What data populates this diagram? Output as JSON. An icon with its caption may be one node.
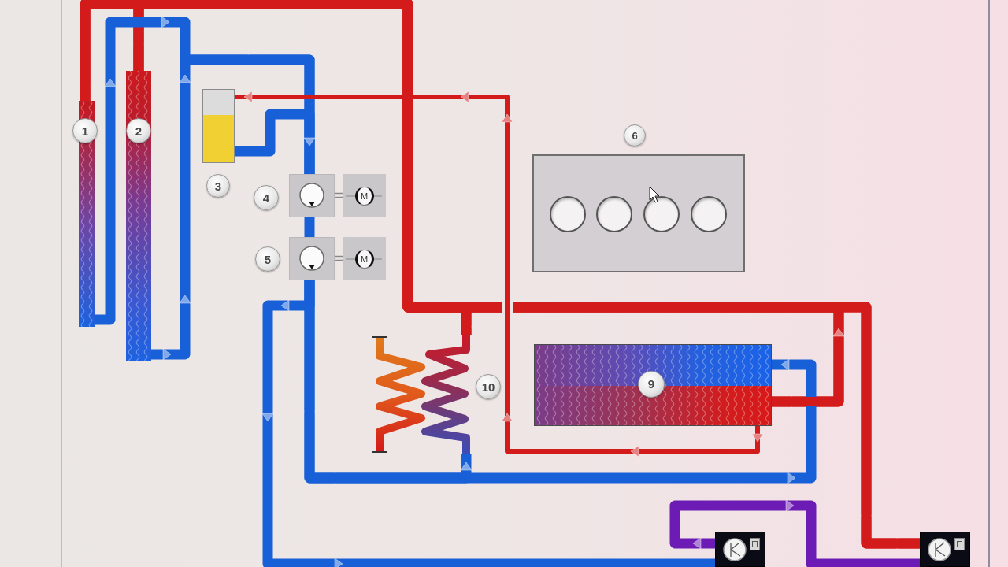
{
  "diagram": {
    "nodes": [
      {
        "text": [
          "1"
        ]
      },
      {
        "text": [
          "2"
        ]
      },
      {
        "text": [],
        "shape": "box",
        "beside": [
          "3"
        ]
      },
      {
        "text": [],
        "shape": "box",
        "beside": [
          "4"
        ]
      },
      {
        "text": [
          "M"
        ]
      },
      {
        "text": [],
        "shape": "box",
        "beside": [
          "6"
        ]
      },
      {
        "text": [],
        "shape": "box",
        "beside": [
          "5"
        ]
      },
      {
        "text": [
          "M"
        ]
      },
      {
        "text": [],
        "shape": "picture",
        "beside": [
          "10"
        ]
      },
      {
        "text": [
          "9"
        ]
      },
      {
        "text": [],
        "shape": "box"
      },
      {
        "text": [],
        "shape": "box"
      }
    ],
    "edges": [
      {
        "from": 0,
        "to": 3,
        "arrow": "to"
      },
      {
        "from": 1,
        "to": 3,
        "arrow": "to"
      },
      {
        "from": 2,
        "to": 3,
        "arrow": "to"
      },
      {
        "from": 3,
        "to": 4,
        "arrow": "none",
        "color": "#8a8a8a"
      },
      {
        "from": 3,
        "to": 6,
        "arrow": "none"
      },
      {
        "from": 6,
        "to": 7,
        "arrow": "none",
        "color": "#8a8a8a"
      },
      {
        "from": 6,
        "to": 10,
        "arrow": "to"
      },
      {
        "from": 6,
        "to": 8,
        "arrow": "to"
      },
      {
        "from": 6,
        "to": 9,
        "arrow": "to"
      },
      {
        "from": 10,
        "to": 11,
        "arrow": "to",
        "color": "#6c1cb4"
      },
      {
        "from": 11,
        "to": 0,
        "arrow": "to",
        "color": "#d41b1b"
      },
      {
        "from": 11,
        "to": 1,
        "arrow": "to",
        "color": "#d41b1b"
      },
      {
        "from": 8,
        "to": 0,
        "arrow": "to",
        "color": "#d41b1b"
      },
      {
        "from": 8,
        "to": 1,
        "arrow": "to",
        "color": "#d41b1b"
      },
      {
        "from": 9,
        "to": 0,
        "arrow": "to",
        "color": "#d41b1b"
      },
      {
        "from": 9,
        "to": 1,
        "arrow": "to",
        "color": "#d41b1b"
      },
      {
        "from": 9,
        "to": 2,
        "arrow": "to",
        "color": "#d41b1b"
      }
    ]
  }
}
